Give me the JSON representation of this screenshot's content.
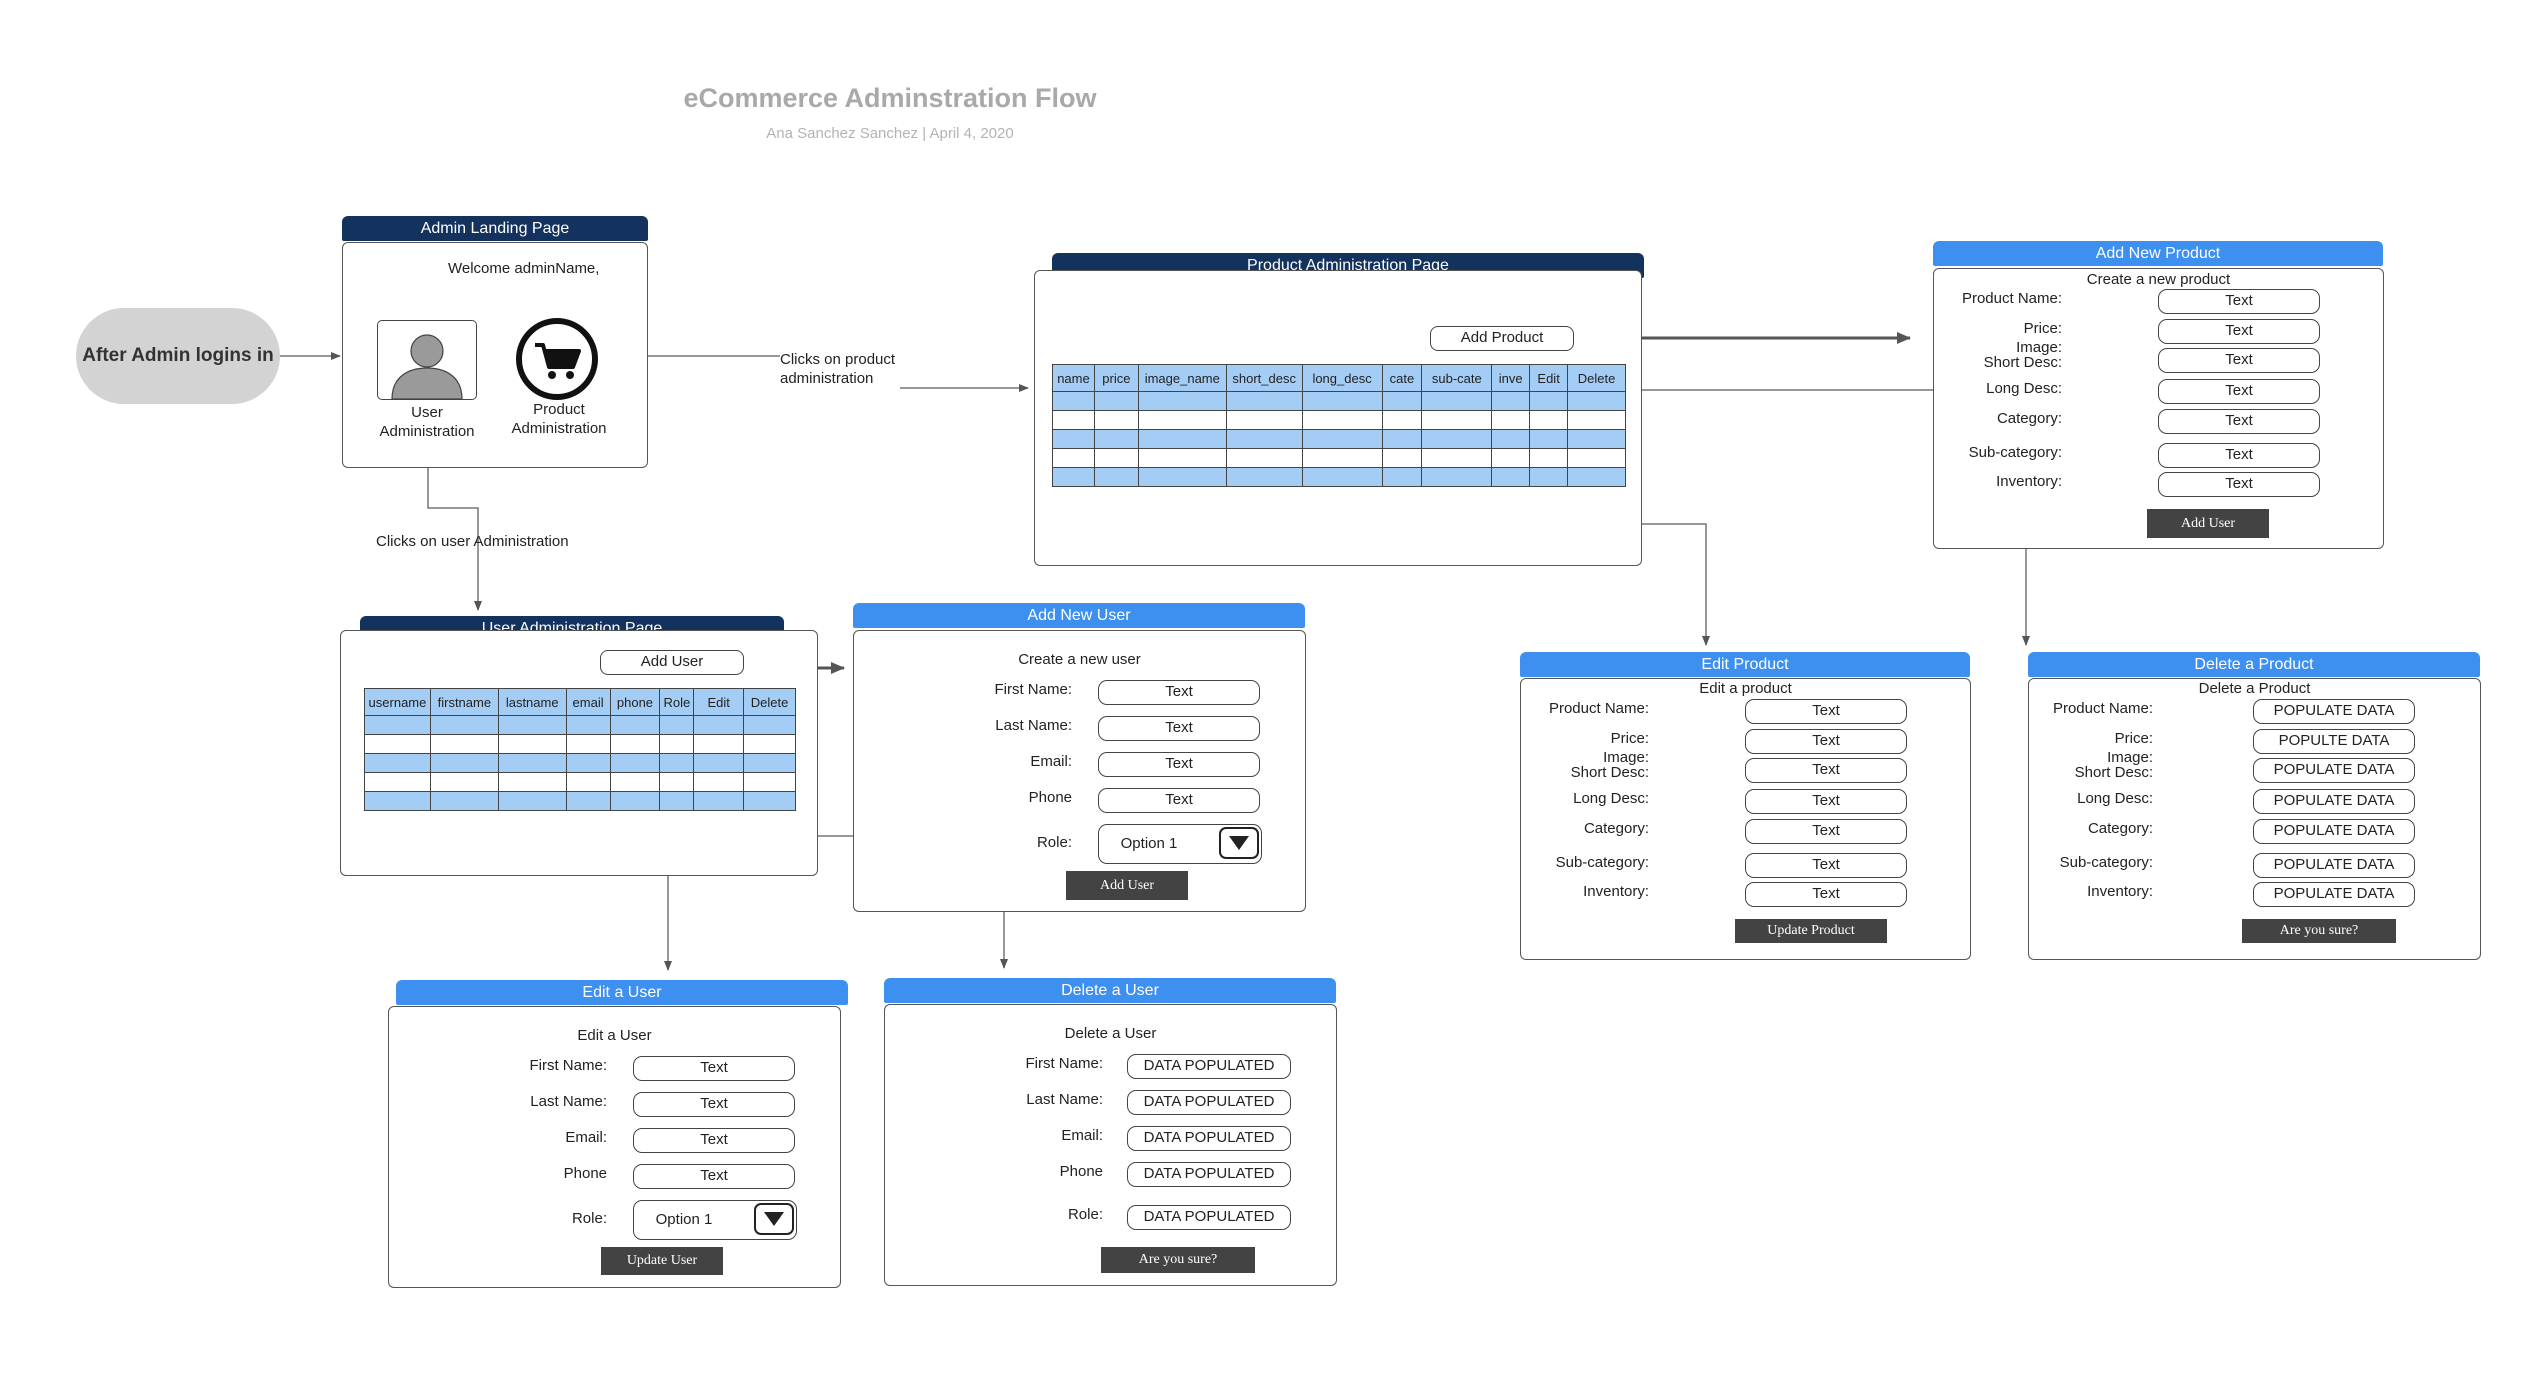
{
  "header": {
    "title": "eCommerce Adminstration Flow",
    "subtitle": "Ana Sanchez Sanchez  |  April 4, 2020"
  },
  "start": {
    "label": "After Admin logins in"
  },
  "connectors": {
    "product_click": "Clicks on product\nadministration",
    "user_click": "Clicks on user Administration"
  },
  "landing": {
    "header": "Admin Landing Page",
    "welcome": "Welcome adminName,",
    "user_admin": "User\nAdministration",
    "product_admin": "Product\nAdministration",
    "user_icon": "user-icon",
    "cart_icon": "shopping-cart-icon"
  },
  "product_admin": {
    "header": "Product Administration Page",
    "add_button": "Add Product",
    "columns": [
      "name",
      "price",
      "image_name",
      "short_desc",
      "long_desc",
      "cate",
      "sub-cate",
      "inve",
      "Edit",
      "Delete"
    ],
    "row_count": 5
  },
  "add_product": {
    "header": "Add New Product",
    "heading": "Create a new product",
    "fields": [
      {
        "label": "Product Name:",
        "value": "Text"
      },
      {
        "label": "Price:",
        "value": "Text"
      },
      {
        "label": "Image:\nShort Desc:",
        "value": "Text"
      },
      {
        "label": "Long Desc:",
        "value": "Text"
      },
      {
        "label": "Category:",
        "value": "Text"
      },
      {
        "label": "Sub-category:",
        "value": "Text"
      },
      {
        "label": "Inventory:",
        "value": "Text"
      }
    ],
    "button": "Add User"
  },
  "edit_product": {
    "header": "Edit Product",
    "heading": "Edit a product",
    "fields": [
      {
        "label": "Product Name:",
        "value": "Text"
      },
      {
        "label": "Price:",
        "value": "Text"
      },
      {
        "label": "Image:\nShort Desc:",
        "value": "Text"
      },
      {
        "label": "Long Desc:",
        "value": "Text"
      },
      {
        "label": "Category:",
        "value": "Text"
      },
      {
        "label": "Sub-category:",
        "value": "Text"
      },
      {
        "label": "Inventory:",
        "value": "Text"
      }
    ],
    "button": "Update Product"
  },
  "delete_product": {
    "header": "Delete a Product",
    "heading": "Delete a Product",
    "fields": [
      {
        "label": "Product Name:",
        "value": "POPULATE DATA"
      },
      {
        "label": "Price:",
        "value": "POPULTE DATA"
      },
      {
        "label": "Image:\nShort Desc:",
        "value": "POPULATE DATA"
      },
      {
        "label": "Long Desc:",
        "value": "POPULATE DATA"
      },
      {
        "label": "Category:",
        "value": "POPULATE DATA"
      },
      {
        "label": "Sub-category:",
        "value": "POPULATE DATA"
      },
      {
        "label": "Inventory:",
        "value": "POPULATE DATA"
      }
    ],
    "button": "Are you sure?"
  },
  "user_admin": {
    "header": "User Administration Page",
    "add_button": "Add User",
    "columns": [
      "username",
      "firstname",
      "lastname",
      "email",
      "phone",
      "Role",
      "Edit",
      "Delete"
    ],
    "row_count": 5
  },
  "add_user": {
    "header": "Add New User",
    "heading": "Create a new user",
    "fields": [
      {
        "label": "First Name:",
        "value": "Text"
      },
      {
        "label": "Last Name:",
        "value": "Text"
      },
      {
        "label": "Email:",
        "value": "Text"
      },
      {
        "label": "Phone",
        "value": "Text"
      }
    ],
    "role_label": "Role:",
    "role_value": "Option 1",
    "button": "Add User"
  },
  "edit_user": {
    "header": "Edit a User",
    "heading": "Edit a User",
    "fields": [
      {
        "label": "First Name:",
        "value": "Text"
      },
      {
        "label": "Last Name:",
        "value": "Text"
      },
      {
        "label": "Email:",
        "value": "Text"
      },
      {
        "label": "Phone",
        "value": "Text"
      }
    ],
    "role_label": "Role:",
    "role_value": "Option 1",
    "button": "Update User"
  },
  "delete_user": {
    "header": "Delete a User",
    "heading": "Delete a User",
    "fields": [
      {
        "label": "First Name:",
        "value": "DATA POPULATED"
      },
      {
        "label": "Last Name:",
        "value": "DATA POPULATED"
      },
      {
        "label": "Email:",
        "value": "DATA POPULATED"
      },
      {
        "label": "Phone",
        "value": "DATA POPULATED"
      },
      {
        "label": "Role:",
        "value": "DATA POPULATED"
      }
    ],
    "button": "Are you sure?"
  }
}
